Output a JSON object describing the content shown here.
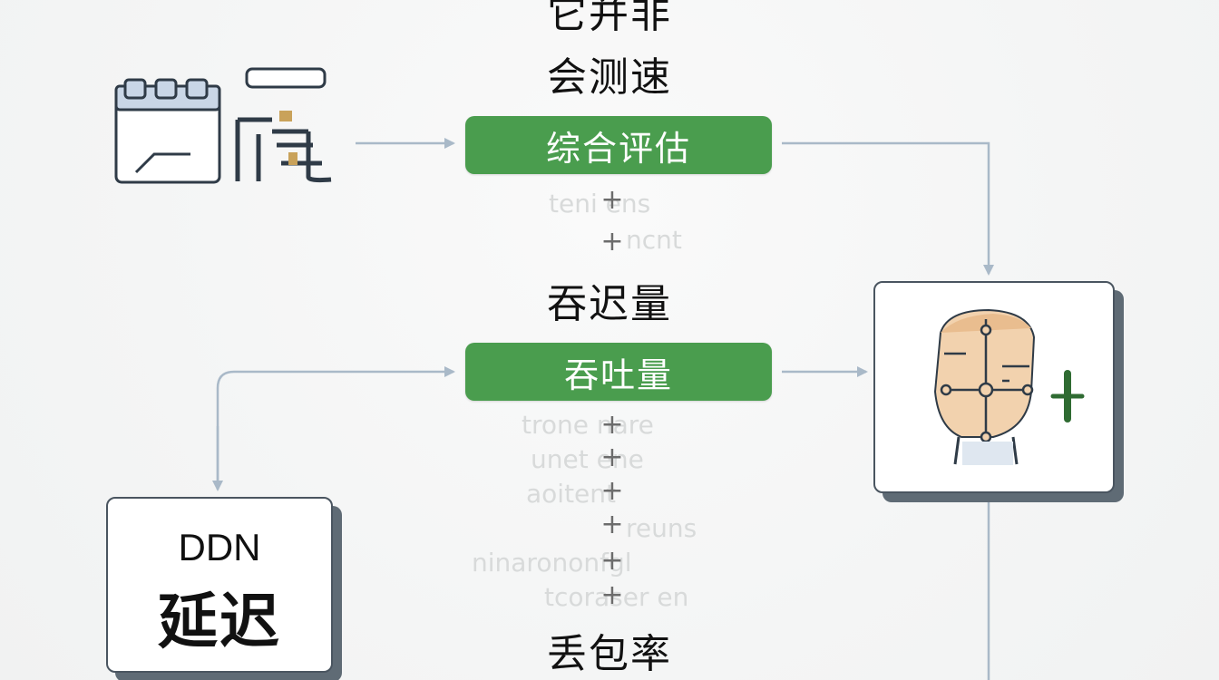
{
  "top_label_1": "它并非",
  "top_label_2": "会测速",
  "green_1": "综合评估",
  "middle_label": "吞迟量",
  "green_2": "吞吐量",
  "bottom_label": "丢包率",
  "ddn_card": {
    "title": "DDN",
    "subtitle": "延迟"
  },
  "ghost_text": [
    "teni  ens",
    "ncnt",
    "trone  nare",
    "unet  ene",
    "  aoitent",
    "reuns",
    "ninarononfgl",
    "tcoraser  en"
  ],
  "plus_glyph": "+",
  "colors": {
    "green": "#4a9d4e",
    "arrow": "#a9b9c8",
    "outline": "#4a5560"
  },
  "icons": [
    "calendar-icon",
    "building-glyph-icon",
    "face-crosshair-icon",
    "green-plus-icon"
  ]
}
